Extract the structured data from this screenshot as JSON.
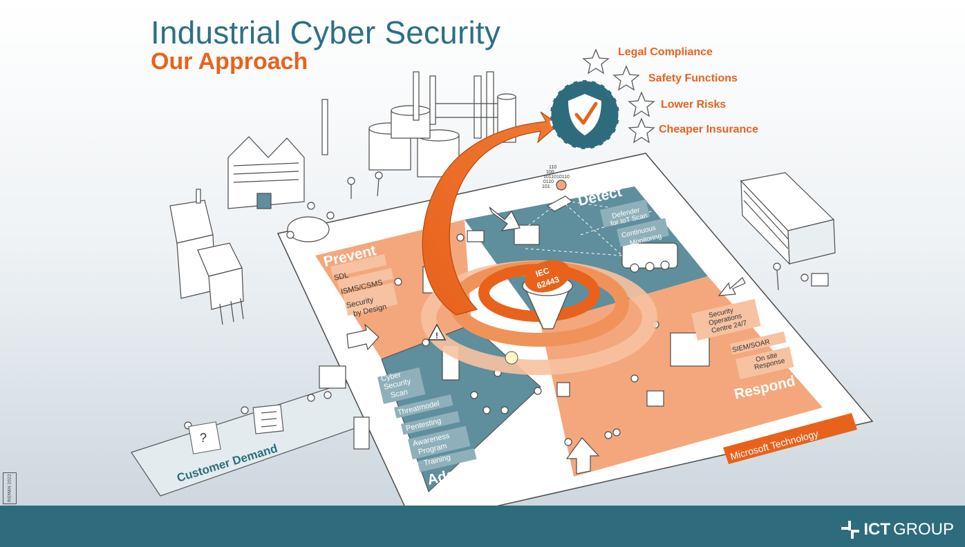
{
  "header": {
    "title": "Industrial Cyber Security",
    "subtitle": "Our Approach"
  },
  "benefits": [
    {
      "label": "Legal Compliance"
    },
    {
      "label": "Safety Functions"
    },
    {
      "label": "Lower Risks"
    },
    {
      "label": "Cheaper Insurance"
    }
  ],
  "center_badge": {
    "line1": "IEC",
    "line2": "62443"
  },
  "quadrants": {
    "prevent": {
      "title": "Prevent",
      "items": [
        "SDL",
        "ISMS/CSMS",
        "Security",
        "by Design"
      ]
    },
    "detect": {
      "title": "Detect",
      "items": [
        "Defender",
        "for IoT Scan",
        "Continuous",
        "Monitoring"
      ]
    },
    "adapt": {
      "title": "Adapt",
      "items": [
        "Cyber",
        "Security",
        "Scan",
        "Threatmodel",
        "Pentesting",
        "Awareness",
        "Program",
        "Training"
      ]
    },
    "respond": {
      "title": "Respond",
      "items": [
        "Security",
        "Operations",
        "Centre 24/7",
        "SIEM/SOAR",
        "On site",
        "Response"
      ]
    }
  },
  "banners": {
    "customer_demand": "Customer Demand",
    "microsoft_technology": "Microsoft Technology"
  },
  "binary_text": [
    "110",
    "100",
    "1011010110",
    "0110",
    "101"
  ],
  "stamp_text": "RIEMAN 2022",
  "logo": {
    "ict": "ICT",
    "group": "GROUP"
  },
  "colors": {
    "orange": "#e8621c",
    "quadrant_orange": "#f4a77c",
    "teal": "#2e6c7d",
    "quadrant_teal": "#5f8e9c",
    "title_blue": "#2d6f86"
  },
  "icons": [
    "star-icon",
    "shield-check-icon",
    "warning-icon",
    "question-icon",
    "checklist-icon",
    "lightbulb-icon"
  ]
}
